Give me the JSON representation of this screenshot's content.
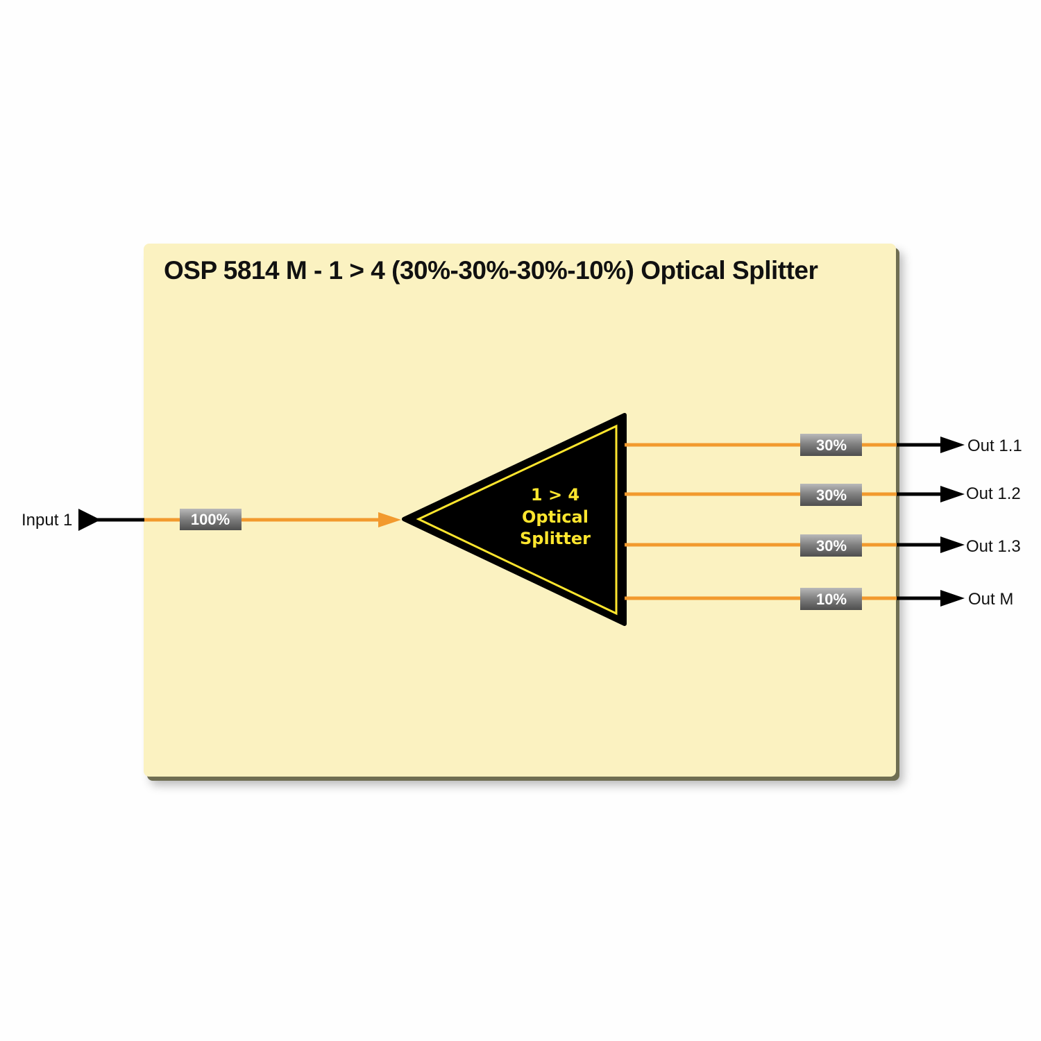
{
  "title": "OSP 5814 M - 1 > 4 (30%-30%-30%-10%) Optical Splitter",
  "splitter": {
    "line1": "1 > 4",
    "line2": "Optical",
    "line3": "Splitter"
  },
  "input": {
    "label": "Input 1",
    "badge": "100%"
  },
  "outputs": [
    {
      "label": "Out 1.1",
      "badge": "30%"
    },
    {
      "label": "Out 1.2",
      "badge": "30%"
    },
    {
      "label": "Out 1.3",
      "badge": "30%"
    },
    {
      "label": "Out M",
      "badge": "10%"
    }
  ],
  "colors": {
    "panel": "#fbf2c1",
    "fiber": "#f29a2e",
    "splitter": "#000000",
    "splitter_outline": "#ffe62e",
    "badge": "#7a7a7a",
    "arrow": "#000000"
  }
}
